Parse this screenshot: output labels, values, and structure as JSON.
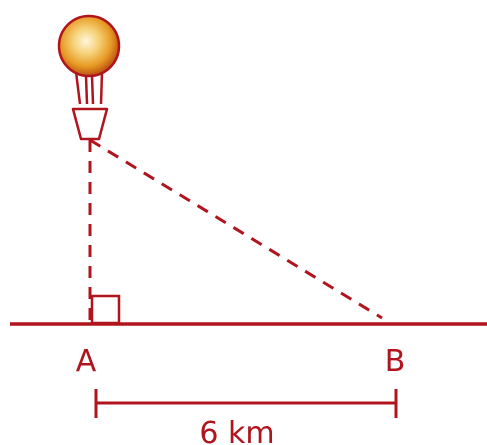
{
  "colors": {
    "line": "#b0141c",
    "balloon_highlight": "#fff6dc",
    "balloon_mid": "#f0b232",
    "balloon_dark": "#b5470f",
    "background": "#ffffff"
  },
  "icons": {
    "balloon": "hot-air-balloon-icon",
    "right_angle": "right-angle-marker-icon"
  },
  "labels": {
    "point_a": "A",
    "point_b": "B",
    "distance": "6 km"
  }
}
